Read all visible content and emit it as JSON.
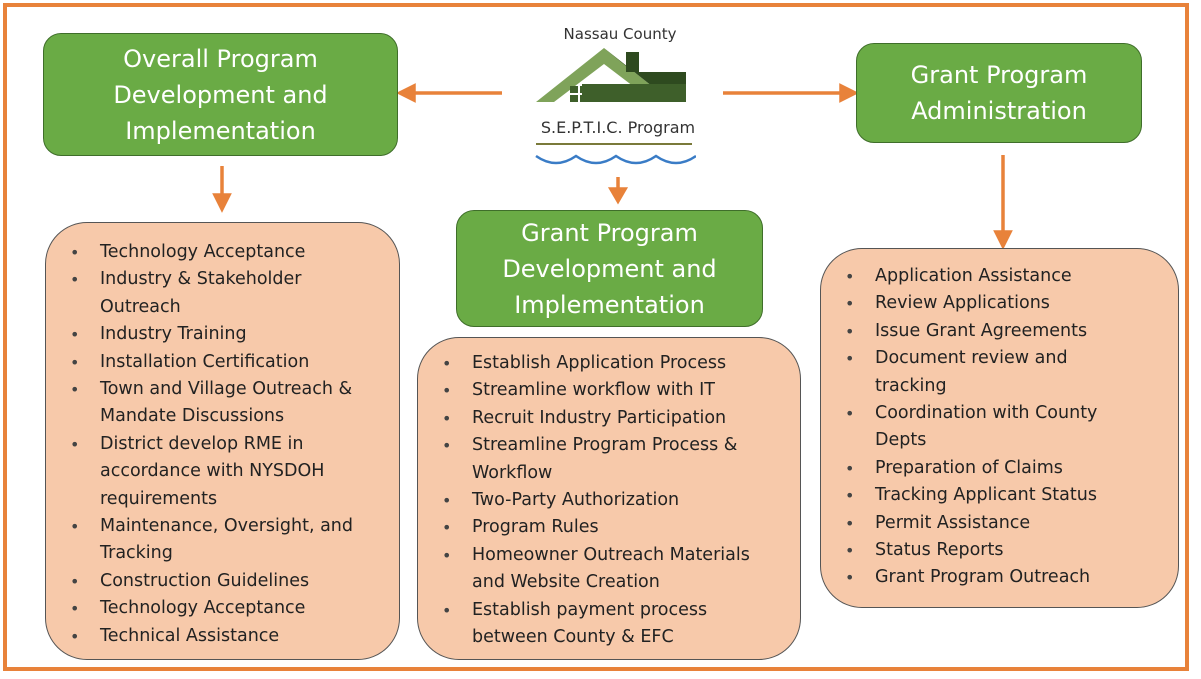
{
  "logo": {
    "title": "Nassau County",
    "subtitle": "S.E.P.T.I.C. Program"
  },
  "boxes": {
    "left_header": [
      "Overall Program",
      "Development and",
      "Implementation"
    ],
    "right_header": [
      "Grant Program",
      "Administration"
    ],
    "center_header": [
      "Grant Program",
      "Development and",
      "Implementation"
    ]
  },
  "lists": {
    "left": [
      "Technology Acceptance",
      "Industry & Stakeholder",
      "Outreach",
      "Industry Training",
      "Installation Certification",
      "Town and Village Outreach &",
      "Mandate Discussions",
      "District develop RME in",
      "accordance with NYSDOH",
      "requirements",
      "Maintenance, Oversight, and",
      "Tracking",
      "Construction Guidelines",
      "Technology Acceptance",
      "Technical Assistance"
    ],
    "center": [
      "Establish Application Process",
      "Streamline workflow with IT",
      "Recruit Industry Participation",
      "Streamline Program Process &",
      "Workflow",
      "Two-Party Authorization",
      "Program Rules",
      "Homeowner Outreach Materials",
      "and Website Creation",
      "Establish payment process",
      "between County & EFC"
    ],
    "right": [
      "Application Assistance",
      "Review Applications",
      "Issue Grant Agreements",
      "Document review and",
      "tracking",
      "Coordination with County",
      "Depts",
      "Preparation of Claims",
      "Tracking Applicant Status",
      "Permit Assistance",
      "Status Reports",
      "Grant Program Outreach"
    ],
    "left_bullets": [
      true,
      true,
      false,
      true,
      true,
      true,
      false,
      true,
      false,
      false,
      true,
      false,
      true,
      true,
      true
    ],
    "center_bullets": [
      true,
      true,
      true,
      true,
      false,
      true,
      true,
      true,
      false,
      true,
      false
    ],
    "right_bullets": [
      true,
      true,
      true,
      true,
      false,
      true,
      false,
      true,
      true,
      true,
      true,
      true
    ]
  },
  "colors": {
    "frame": "#E8823A",
    "arrow": "#E8823A",
    "green_box": "#6AAB45",
    "peach_box": "#F7C9AA",
    "logo_roof": "#2E4A1F",
    "logo_water": "#3A7CC6"
  }
}
